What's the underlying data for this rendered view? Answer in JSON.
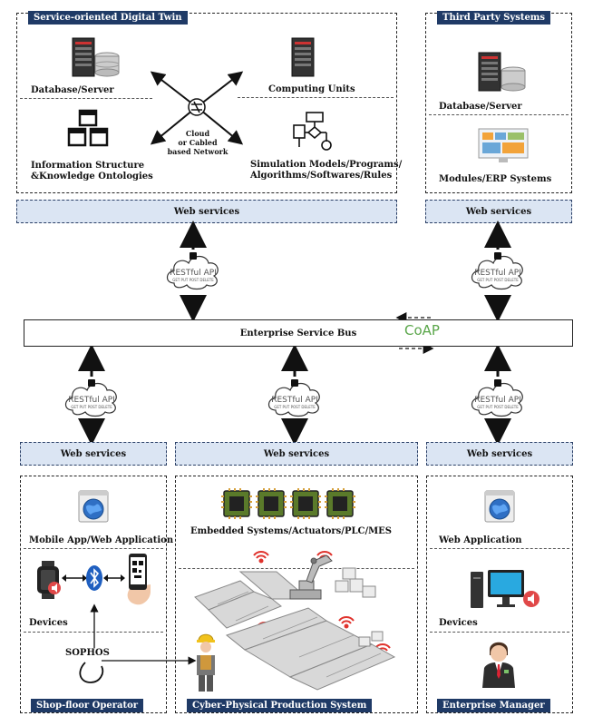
{
  "sections": {
    "digital_twin": "Service-oriented Digital Twin",
    "third_party": "Third Party Systems",
    "shop_floor": "Shop-floor Operator",
    "cpps": "Cyber-Physical Production System",
    "enterprise_manager": "Enterprise Manager"
  },
  "digital_twin": {
    "database": "Database/Server",
    "computing": "Computing Units",
    "info_structure_1": "Information Structure",
    "info_structure_2": "&Knowledge Ontologies",
    "network_1": "Cloud",
    "network_2": "or Cabled",
    "network_3": "based Network",
    "simulation_1": "Simulation Models/Programs/",
    "simulation_2": "Algorithms/Softwares/Rules"
  },
  "third_party": {
    "database": "Database/Server",
    "modules": "Modules/ERP Systems"
  },
  "web_services": "Web services",
  "restful": {
    "title": "RESTful API",
    "methods": "GET PUT POST DELETE"
  },
  "bus": {
    "label": "Enterprise Service Bus",
    "coap": "CoAP"
  },
  "shop_floor": {
    "app": "Mobile App/Web Application",
    "devices": "Devices",
    "sophos": "SOPHOS"
  },
  "cpps": {
    "embedded": "Embedded Systems/Actuators/PLC/MES"
  },
  "enterprise_manager": {
    "web_app": "Web Application",
    "devices": "Devices"
  }
}
